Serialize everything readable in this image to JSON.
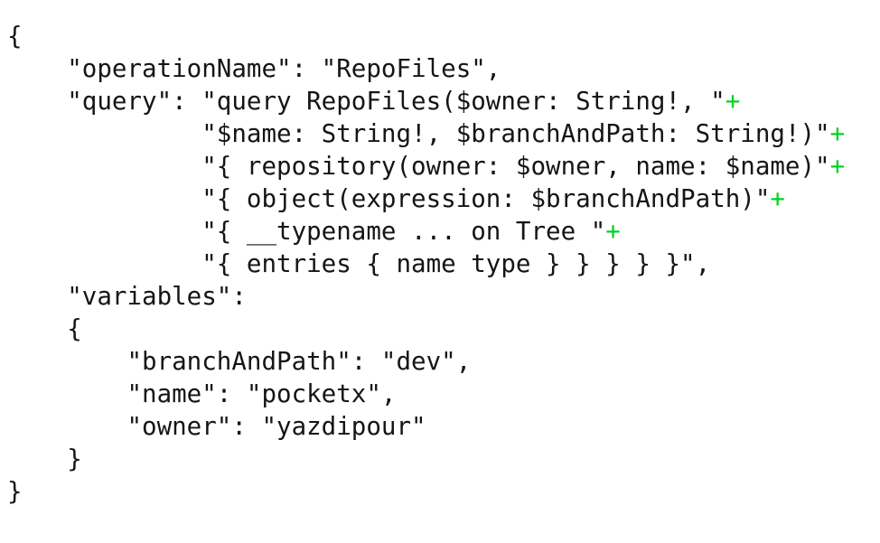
{
  "document": {
    "type": "json-request-payload",
    "background_color": "#ffffff",
    "text_color": "#151515",
    "operator_color": "#00d420",
    "font_kind": "monospace",
    "line_count": 14
  },
  "payload": {
    "operationName": "RepoFiles",
    "query_concatenated_parts": [
      "query RepoFiles($owner: String!, ",
      "$name: String!, $branchAndPath: String!)",
      "{ repository(owner: $owner, name: $name)",
      "{ object(expression: $branchAndPath)",
      "{ __typename ... on Tree ",
      "{ entries { name type } } } } }"
    ],
    "variables": {
      "branchAndPath": "dev",
      "name": "pocketx",
      "owner": "yazdipour"
    }
  },
  "lines": [
    {
      "id": "line-1",
      "text": "{",
      "plus": false
    },
    {
      "id": "line-2",
      "text": "    \"operationName\": \"RepoFiles\",",
      "plus": false
    },
    {
      "id": "line-3",
      "text": "    \"query\": \"query RepoFiles($owner: String!, \"",
      "plus": true
    },
    {
      "id": "line-4",
      "text": "             \"$name: String!, $branchAndPath: String!)\"",
      "plus": true
    },
    {
      "id": "line-5",
      "text": "             \"{ repository(owner: $owner, name: $name)\"",
      "plus": true
    },
    {
      "id": "line-6",
      "text": "             \"{ object(expression: $branchAndPath)\"",
      "plus": true
    },
    {
      "id": "line-7",
      "text": "             \"{ __typename ... on Tree \"",
      "plus": true
    },
    {
      "id": "line-8",
      "text": "             \"{ entries { name type } } } } }\",",
      "plus": false
    },
    {
      "id": "line-9",
      "text": "    \"variables\":",
      "plus": false
    },
    {
      "id": "line-10",
      "text": "    {",
      "plus": false
    },
    {
      "id": "line-11",
      "text": "        \"branchAndPath\": \"dev\",",
      "plus": false
    },
    {
      "id": "line-12",
      "text": "        \"name\": \"pocketx\",",
      "plus": false
    },
    {
      "id": "line-13",
      "text": "        \"owner\": \"yazdipour\"",
      "plus": false
    },
    {
      "id": "line-14",
      "text": "    }",
      "plus": false
    },
    {
      "id": "line-15",
      "text": "}",
      "plus": false
    }
  ],
  "operator": {
    "plus_symbol": "+"
  }
}
